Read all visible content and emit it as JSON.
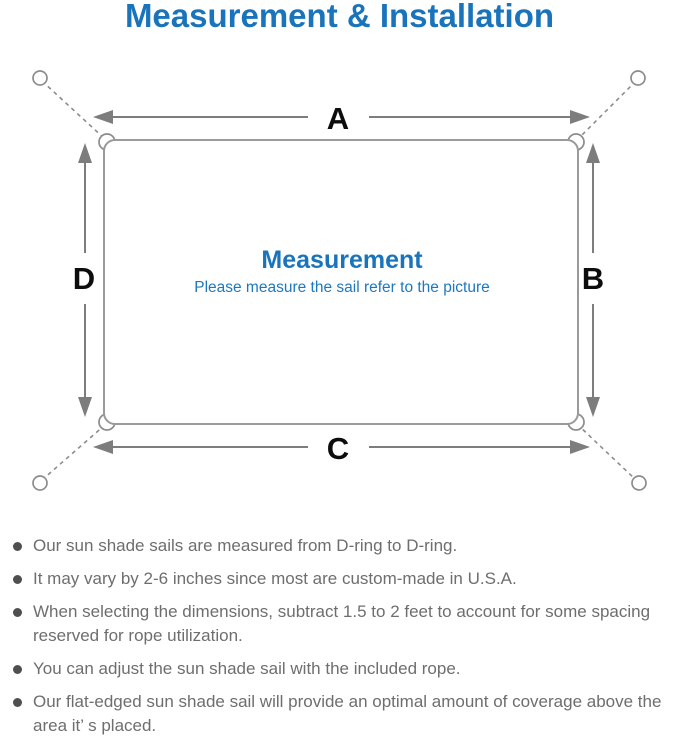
{
  "title": "Measurement & Installation",
  "colors": {
    "accent_blue": "#1a74bb",
    "line_gray": "#8c8c8c",
    "arrow_gray": "#7d7d7d",
    "label_black": "#0d0d0d",
    "note_text_gray": "#6e6e6e"
  },
  "diagram": {
    "labels": {
      "top": "A",
      "right": "B",
      "bottom": "C",
      "left": "D"
    },
    "center_title": "Measurement",
    "center_subtitle": "Please measure the sail refer to the picture"
  },
  "notes": [
    "Our sun shade sails are measured from D-ring to D-ring.",
    "It may vary by 2-6 inches since most are custom-made in U.S.A.",
    "When selecting the dimensions, subtract 1.5 to 2 feet to account for some spacing reserved for rope utilization.",
    "You can adjust the sun shade sail with the included rope.",
    "Our flat-edged sun shade sail will provide an optimal amount of coverage above the area it’ s placed."
  ]
}
